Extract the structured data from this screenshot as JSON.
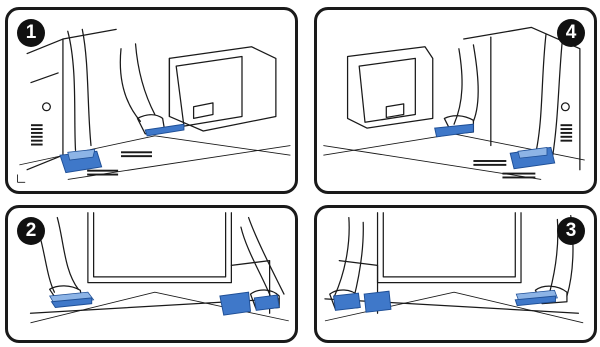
{
  "steps": [
    {
      "number": "1"
    },
    {
      "number": "4"
    },
    {
      "number": "2"
    },
    {
      "number": "3"
    }
  ],
  "colors": {
    "highlight_blue": "#3f78c9",
    "line": "#1a1a1a",
    "frame": "#1a1a1a"
  }
}
